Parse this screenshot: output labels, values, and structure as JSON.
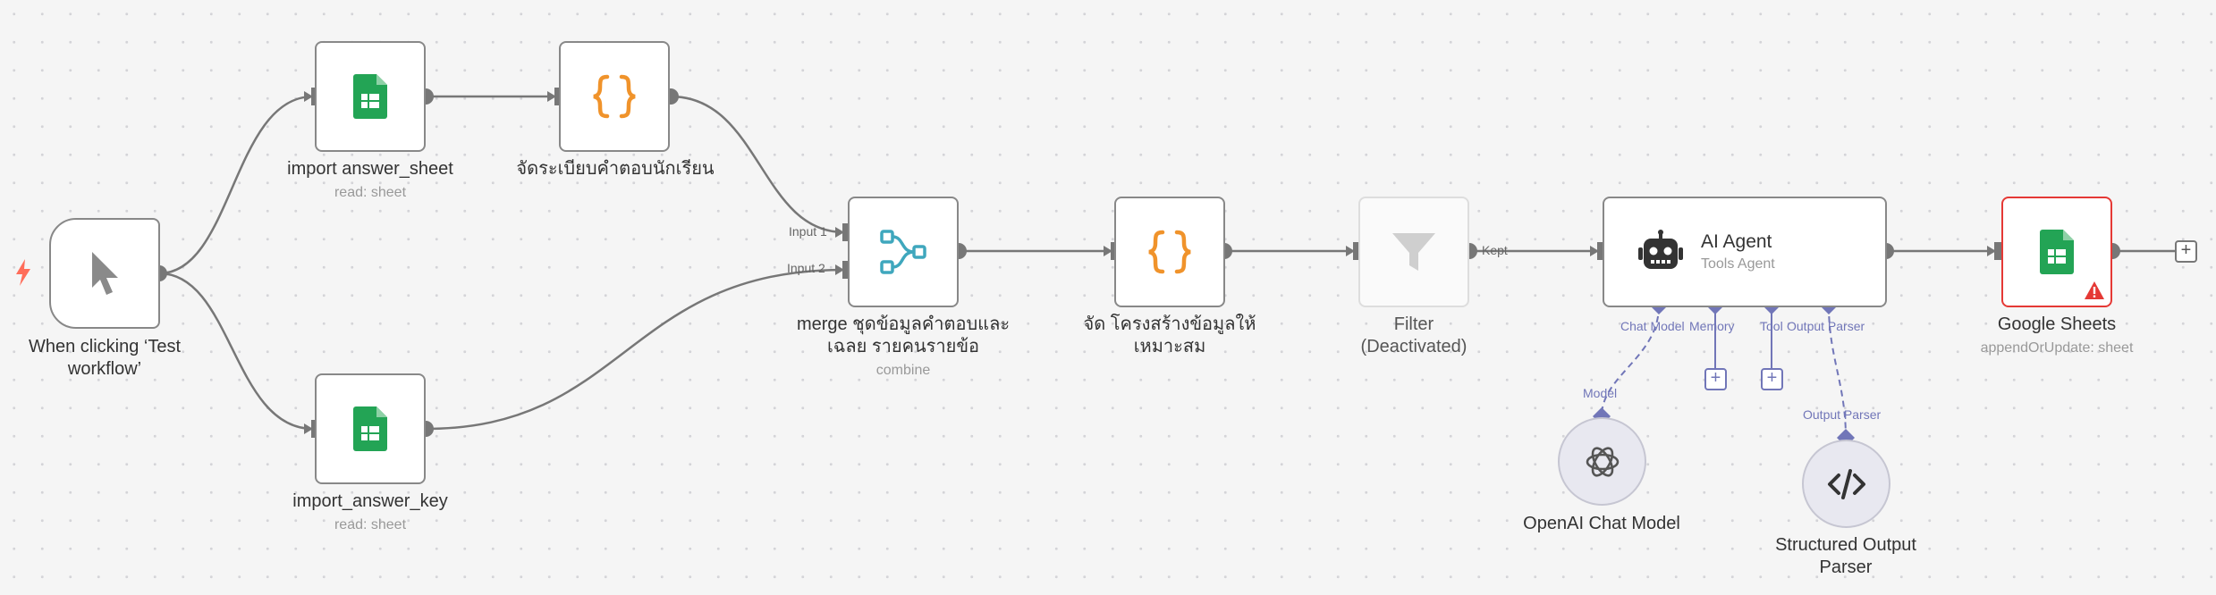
{
  "nodes": {
    "trigger": {
      "title": "When clicking ‘Test workflow’",
      "icon": "cursor-icon"
    },
    "import_answer_sheet": {
      "title": "import answer_sheet",
      "subtitle": "read: sheet",
      "icon": "google-sheets-icon"
    },
    "arrange_answers": {
      "title": "จัดระเบียบคำตอบนักเรียน",
      "icon": "code-braces-icon"
    },
    "import_answer_key": {
      "title": "import_answer_key",
      "subtitle": "read: sheet",
      "icon": "google-sheets-icon"
    },
    "merge": {
      "title": "merge ชุดข้อมูลคำตอบและเฉลย รายคนรายข้อ",
      "subtitle": "combine",
      "icon": "merge-icon",
      "inputs": [
        "Input 1",
        "Input 2"
      ]
    },
    "structure": {
      "title": "จัด โครงสร้างข้อมูลให้เหมาะสม",
      "icon": "code-braces-icon"
    },
    "filter": {
      "title": "Filter (Deactivated)",
      "output_label": "Kept",
      "icon": "funnel-icon"
    },
    "ai_agent": {
      "title": "AI Agent",
      "subtitle": "Tools Agent",
      "icon": "robot-icon",
      "ports": [
        "Chat Model",
        "Memory",
        "Tool",
        "Output Parser"
      ]
    },
    "google_sheets": {
      "title": "Google Sheets",
      "subtitle": "appendOrUpdate: sheet",
      "icon": "google-sheets-icon",
      "status": "error"
    },
    "openai": {
      "title": "OpenAI Chat Model",
      "port_label": "Model",
      "icon": "openai-icon"
    },
    "parser": {
      "title": "Structured Output Parser",
      "port_label": "Output Parser",
      "icon": "code-tag-icon"
    }
  },
  "add_button_label": "+",
  "colors": {
    "edge": "#777777",
    "sub_port": "#7176b8",
    "error": "#e53935",
    "sheets_green": "#23a455",
    "code_orange": "#f0932b",
    "merge_teal": "#3fa7bd",
    "trigger_bolt": "#ff6d5a"
  }
}
